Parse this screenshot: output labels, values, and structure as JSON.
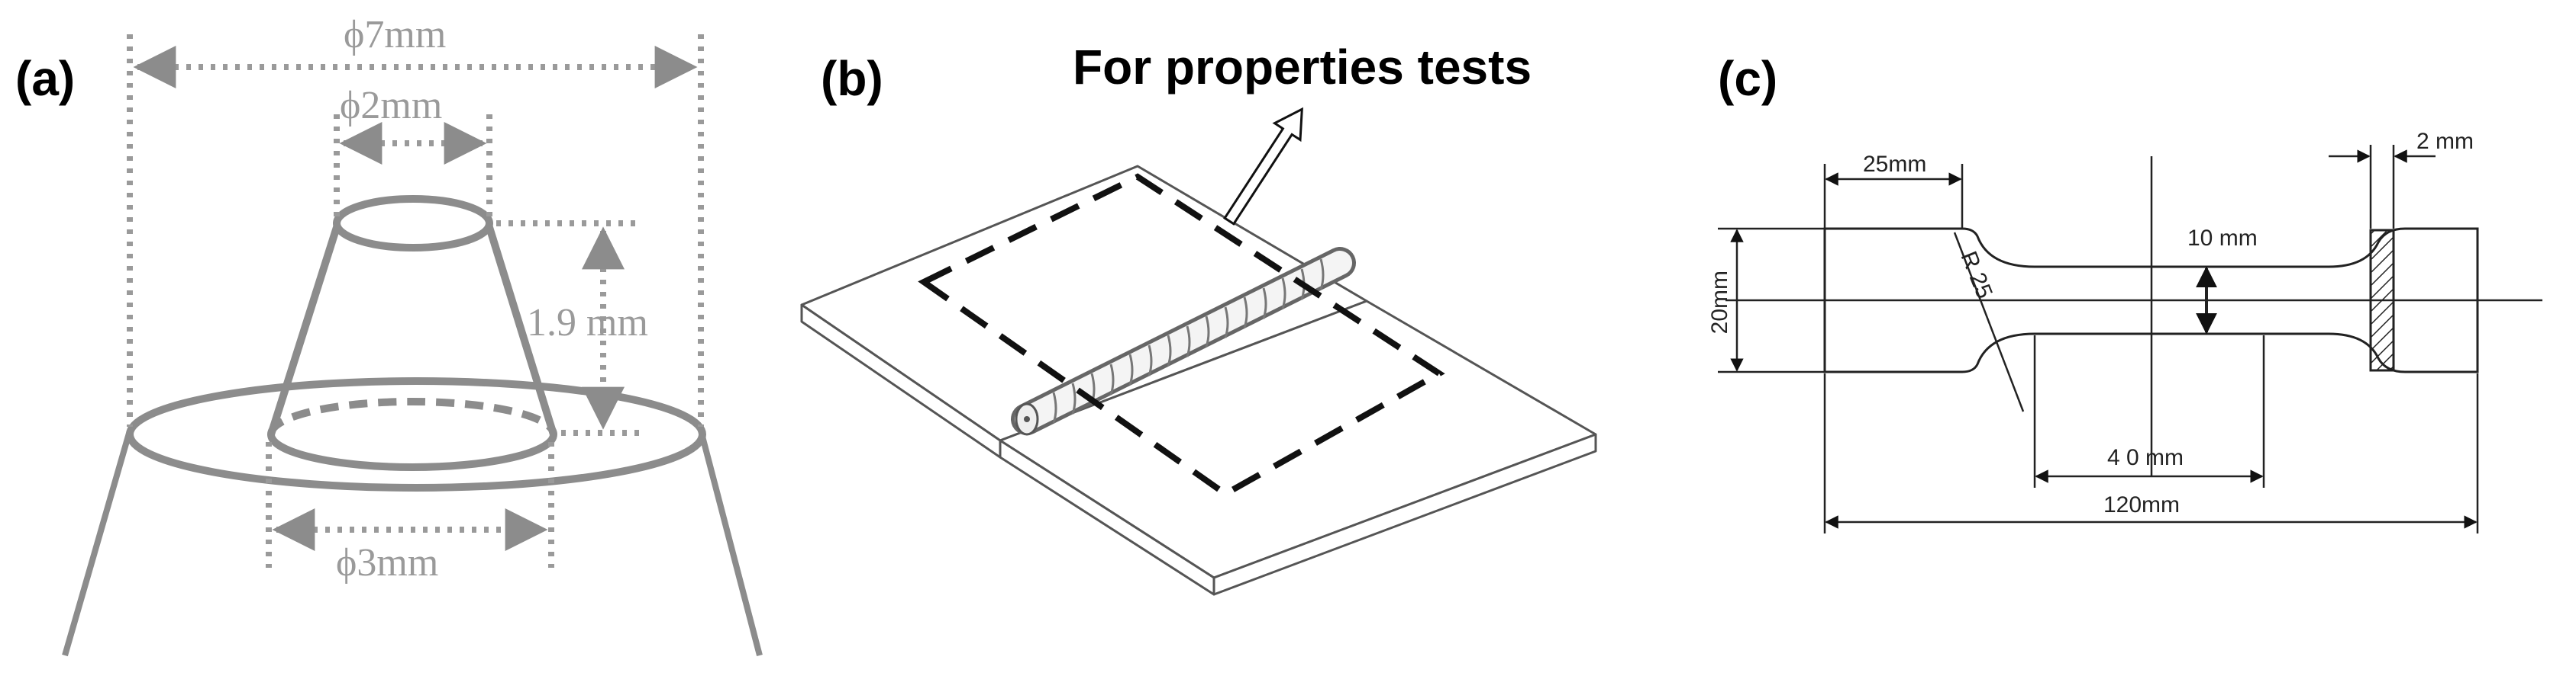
{
  "panel_a": {
    "label": "(a)",
    "dim_outer": "ϕ7mm",
    "dim_top": "ϕ2mm",
    "dim_bottom": "ϕ3mm",
    "dim_height": "1.9 mm"
  },
  "panel_b": {
    "label": "(b)",
    "callout": "For properties tests"
  },
  "panel_c": {
    "label": "(c)",
    "dim_grip_length": "25mm",
    "dim_hatch_width": "2 mm",
    "dim_width": "20mm",
    "dim_radius": "R 25",
    "dim_gauge_width": "10 mm",
    "dim_gauge_length": "4 0 mm",
    "dim_total_length": "120mm"
  },
  "colors": {
    "panel_a_stroke": "#8c8c8c",
    "panel_a_text": "#9a9a9a",
    "line_dark": "#111111"
  }
}
